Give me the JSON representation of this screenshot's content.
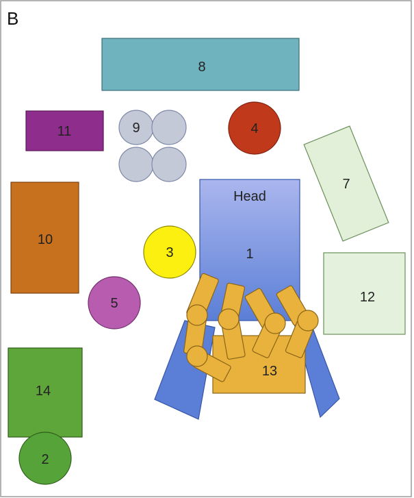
{
  "panel_label": "B",
  "colors": {
    "border": "#9a9a9a",
    "obj8": "#6fb3bf",
    "obj11": "#8e2d8c",
    "obj9": "#c4c9d8",
    "obj4": "#c0391b",
    "obj7": "#e2f0da",
    "obj10": "#c7701d",
    "obj1_top": "#aab6ee",
    "obj1_bottom": "#5b7fd6",
    "obj3": "#fbf00f",
    "obj12": "#e4f1dc",
    "obj5": "#b85cb0",
    "obj14": "#5fa63a",
    "obj2": "#56a33a",
    "hands": "#e9b23c",
    "obj13": "#e9b23c",
    "arms": "#5b7fd6"
  },
  "objects": {
    "o8": "8",
    "o11": "11",
    "o9": "9",
    "o4": "4",
    "o7": "7",
    "o10": "10",
    "o1_head": "Head",
    "o1": "1",
    "o3": "3",
    "o12": "12",
    "o5": "5",
    "o14": "14",
    "o2": "2",
    "o13": "13"
  }
}
